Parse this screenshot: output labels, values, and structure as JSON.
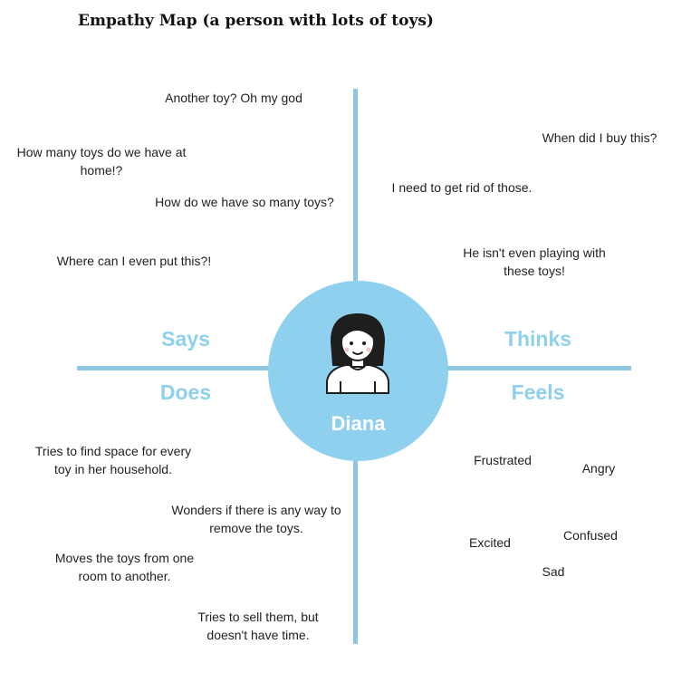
{
  "title": "Empathy Map (a person with lots of toys)",
  "persona": {
    "name": "Diana"
  },
  "quadrants": {
    "says": "Says",
    "thinks": "Thinks",
    "does": "Does",
    "feels": "Feels"
  },
  "says": [
    "Another toy? Oh my god",
    "How many toys do we have at home!?",
    "How do we have so many toys?",
    "Where can I even put this?!"
  ],
  "thinks": [
    "When did I buy this?",
    "I need to get rid of those.",
    "He isn't even playing with these toys!"
  ],
  "does": [
    "Tries to find space for every toy in her household.",
    "Wonders if there is any way to remove the toys.",
    "Moves the toys from one room to another.",
    "Tries to sell them, but doesn't have time."
  ],
  "feels": [
    "Frustrated",
    "Angry",
    "Confused",
    "Excited",
    "Sad"
  ],
  "colors": {
    "accent": "#8fd0ef",
    "line": "#8ec5e0",
    "text": "#222222"
  }
}
